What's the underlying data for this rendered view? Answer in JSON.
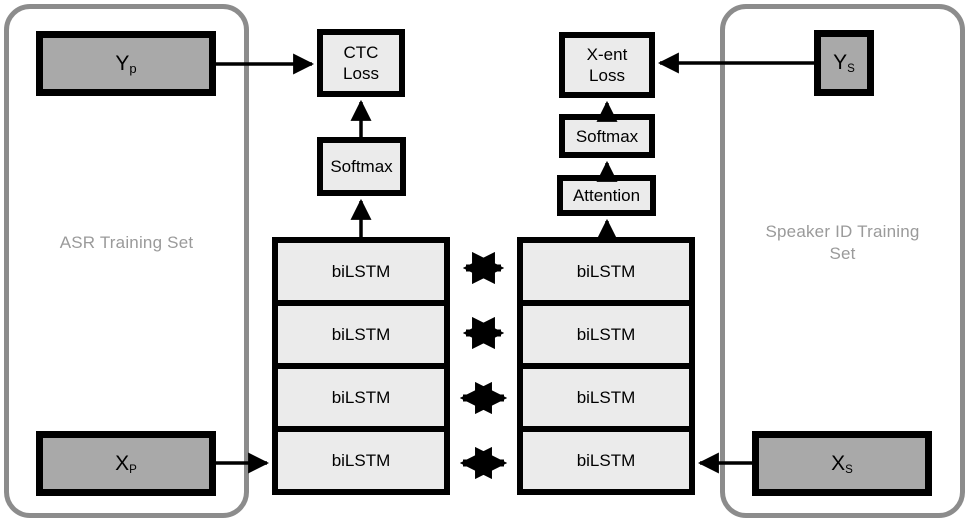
{
  "figure": {
    "type": "neural-network-architecture-diagram",
    "title": "Multi-task biLSTM architecture for ASR and Speaker ID"
  },
  "panels": [
    {
      "id": "asr-panel",
      "label": "ASR Training Set",
      "label_lines": [
        "ASR Training Set"
      ],
      "border_color": "#8c8c8c"
    },
    {
      "id": "speaker-panel",
      "label": "Speaker ID Training Set",
      "label_lines": [
        "Speaker ID Training",
        "Set"
      ],
      "border_color": "#8c8c8c"
    }
  ],
  "data_boxes": [
    {
      "id": "yp",
      "base": "Y",
      "subscript": "p",
      "fill": "#a9a9a9"
    },
    {
      "id": "xp",
      "base": "X",
      "subscript": "P",
      "fill": "#a9a9a9"
    },
    {
      "id": "ys",
      "base": "Y",
      "subscript": "S",
      "fill": "#a9a9a9"
    },
    {
      "id": "xs",
      "base": "X",
      "subscript": "S",
      "fill": "#a9a9a9"
    }
  ],
  "left_branch": {
    "loss": {
      "lines": [
        "CTC",
        "Loss"
      ],
      "label": "CTC Loss"
    },
    "softmax": {
      "label": "Softmax"
    }
  },
  "right_branch": {
    "loss": {
      "lines": [
        "X-ent",
        "Loss"
      ],
      "label": "X-ent Loss"
    },
    "softmax": {
      "label": "Softmax"
    },
    "attention": {
      "label": "Attention"
    }
  },
  "stacks": {
    "cell_label": "biLSTM",
    "left": {
      "id": "asr-bilstm-stack",
      "cells": [
        "biLSTM",
        "biLSTM",
        "biLSTM",
        "biLSTM"
      ]
    },
    "right": {
      "id": "speaker-bilstm-stack",
      "cells": [
        "biLSTM",
        "biLSTM",
        "biLSTM",
        "biLSTM"
      ]
    }
  },
  "connections": [
    {
      "id": "bilstm-link-1",
      "style": "dotted",
      "direction": "bidirectional"
    },
    {
      "id": "bilstm-link-2",
      "style": "dotted",
      "direction": "bidirectional"
    },
    {
      "id": "bilstm-link-3",
      "style": "solid",
      "direction": "bidirectional"
    },
    {
      "id": "bilstm-link-4",
      "style": "solid",
      "direction": "bidirectional"
    }
  ],
  "colors": {
    "module_fill": "#ebebeb",
    "data_fill": "#a9a9a9",
    "stroke": "#000000",
    "panel_stroke": "#8c8c8c",
    "panel_label": "#9a9a9a"
  }
}
